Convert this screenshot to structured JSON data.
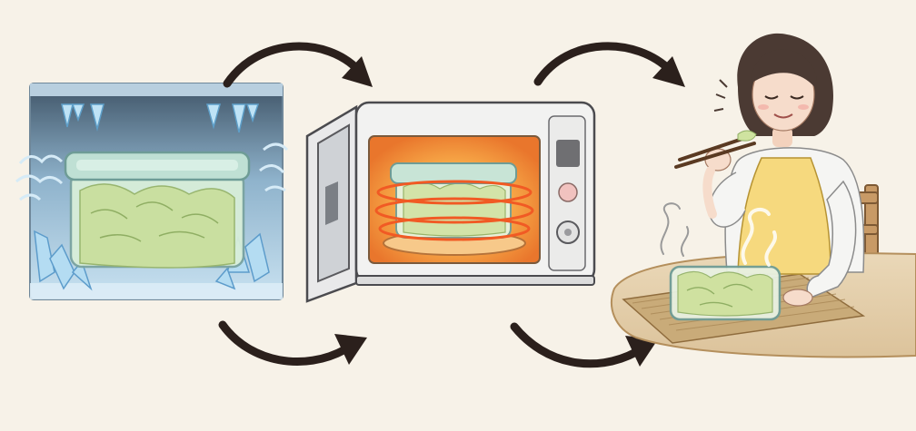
{
  "figure": {
    "panels": [
      {
        "id": "freezer",
        "icon": "frozen-container-icon"
      },
      {
        "id": "microwave",
        "icon": "microwave-icon"
      },
      {
        "id": "eating",
        "icon": "person-eating-icon"
      }
    ],
    "arrows": [
      {
        "from": "freezer",
        "to": "microwave",
        "position": "top"
      },
      {
        "from": "freezer",
        "to": "microwave",
        "position": "bottom"
      },
      {
        "from": "microwave",
        "to": "eating",
        "position": "top"
      },
      {
        "from": "microwave",
        "to": "eating",
        "position": "bottom"
      }
    ],
    "colors": {
      "background": "#f7f2e8",
      "arrow": "#2b201c",
      "ice": "#a9d4ec",
      "cabbage": "#c9dfa0",
      "microwave_glow": "#f39a3a",
      "apron": "#f6d97e"
    }
  }
}
